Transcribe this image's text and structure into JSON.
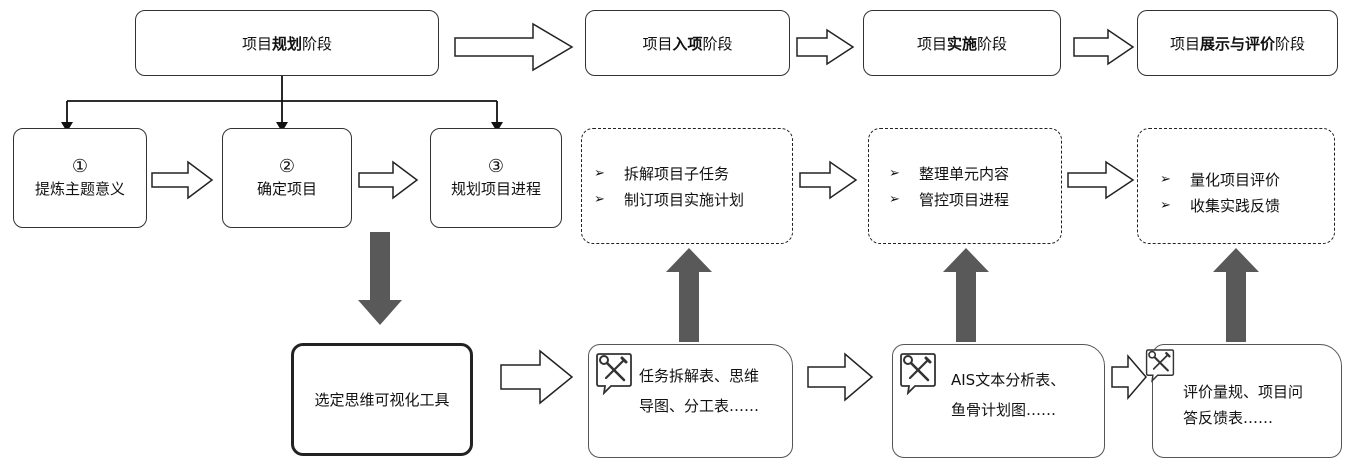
{
  "stages": [
    {
      "pre": "项目",
      "bold": "规划",
      "post": "阶段"
    },
    {
      "pre": "项目",
      "bold": "入项",
      "post": "阶段"
    },
    {
      "pre": "项目",
      "bold": "实施",
      "post": "阶段"
    },
    {
      "pre": "项目",
      "bold": "展示与评价",
      "post": "阶段"
    }
  ],
  "planning_steps": [
    {
      "num": "①",
      "label": "提炼主题意义"
    },
    {
      "num": "②",
      "label": "确定项目"
    },
    {
      "num": "③",
      "label": "规划项目进程"
    }
  ],
  "bullet_marker": "➢",
  "stage_tasks": [
    [
      "拆解项目子任务",
      "制订项目实施计划"
    ],
    [
      "整理单元内容",
      "管控项目进程"
    ],
    [
      "量化项目评价",
      "收集实践反馈"
    ]
  ],
  "select_tools": "选定思维可视化工具",
  "tools": [
    [
      "任务拆解表、思维",
      "导图、分工表……"
    ],
    [
      "AIS文本分析表、",
      "鱼骨计划图……"
    ],
    [
      "评价量规、项目问",
      "答反馈表……"
    ]
  ],
  "icons": {
    "tools": "wrench-screwdriver-icon"
  }
}
